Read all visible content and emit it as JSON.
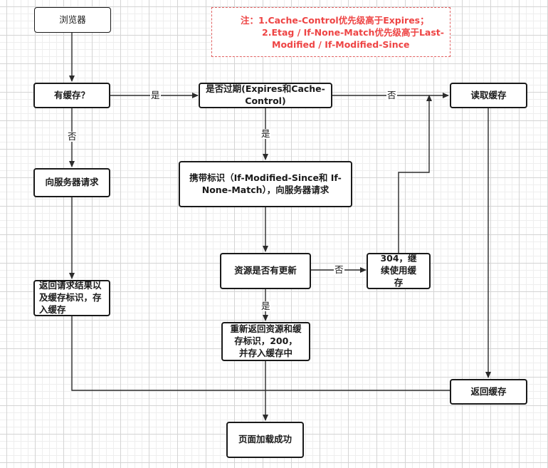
{
  "note": {
    "line1": "注：1.Cache-Control优先级高于Expires；",
    "line2": "2.Etag / If-None-Match优先级高于Last-",
    "line3": "Modified / If-Modified-Since"
  },
  "nodes": {
    "browser": "浏览器",
    "has_cache": "有缓存？",
    "expired": "是否过期(Expires和Cache-Control)",
    "read_cache": "读取缓存",
    "request_server": "向服务器请求",
    "carry_tag": "携带标识（If-Modified-Since和 If-None-Match），向服务器请求",
    "resource_updated": "资源是否有更新",
    "not_modified": "304，继续使用缓存",
    "return_result": "返回请求结果以及缓存标识，存入缓存",
    "return_new": "重新返回资源和缓存标识，200，并存入缓存中",
    "return_cache": "返回缓存",
    "page_loaded": "页面加载成功"
  },
  "edge_labels": {
    "has_cache_yes": "是",
    "has_cache_no": "否",
    "expired_no": "否",
    "expired_yes": "是",
    "updated_no": "否",
    "updated_yes": "是"
  }
}
